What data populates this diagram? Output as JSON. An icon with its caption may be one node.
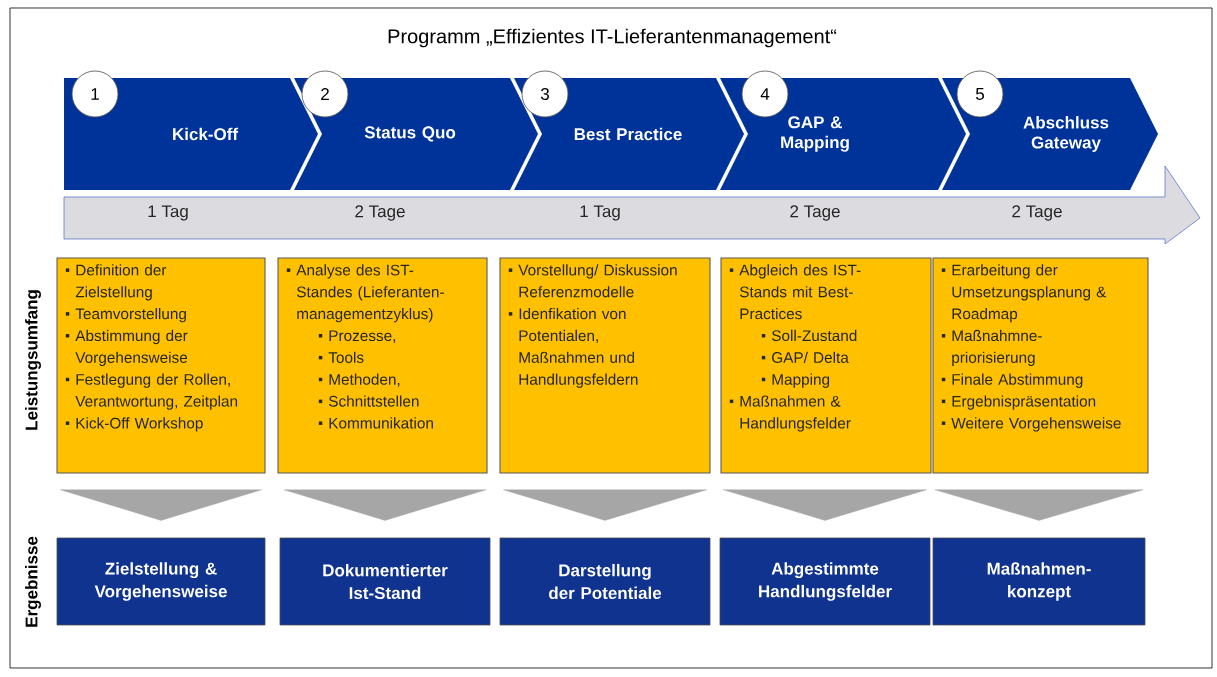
{
  "diagram": {
    "title": "Programm „Effizientes IT-Lieferantenmanagement“",
    "nodes": [
      {
        "text": [
          "Kick-Off"
        ]
      },
      {
        "text": [
          "Status Quo"
        ]
      },
      {
        "text": [
          "Best Practice"
        ]
      },
      {
        "text": [
          "GAP & Mapping"
        ]
      },
      {
        "text": [
          "Abschluss Gateway"
        ]
      },
      {
        "text": [
          "1"
        ]
      },
      {
        "text": [
          "2"
        ]
      },
      {
        "text": [
          "3"
        ]
      },
      {
        "text": [
          "4"
        ]
      },
      {
        "text": [
          "5"
        ]
      },
      {
        "text": [
          "1 Tag",
          "2 Tage",
          "1 Tag",
          "2 Tage",
          "2 Tage"
        ]
      },
      {
        "text": [
          "Definition der Zielstellung",
          "Teamvorstellung",
          "Abstimmung der Vorgehensweise",
          "Festlegung der Rollen, Verantwortung, Zeitplan",
          "Kick-Off Workshop"
        ]
      },
      {
        "text": [
          "Analyse des IST-Standes (Lieferanten-managementzyklus)",
          "Prozesse,",
          "Tools",
          "Methoden,",
          "Schnittstellen",
          "Kommunikation"
        ]
      },
      {
        "text": [
          "Vorstellung/ Diskussion Referenzmodelle",
          "Idenfikation von Potentialen, Maßnahmen und Handlungsfeldern"
        ]
      },
      {
        "text": [
          "Abgleich des IST-Stands mit Best-Practices",
          "Soll-Zustand",
          "GAP/ Delta",
          "Mapping",
          "Maßnahmen & Handlungsfelder"
        ]
      },
      {
        "text": [
          "Erarbeitung der Umsetzungsplanung & Roadmap",
          "Maßnahmne-priorisierung",
          "Finale Abstimmung",
          "Ergebnispräsentation",
          "Weitere Vorgehensweise"
        ]
      },
      {
        "text": [
          "Zielstellung & Vorgehensweise"
        ]
      },
      {
        "text": [
          "Dokumentierter Ist-Stand"
        ]
      },
      {
        "text": [
          "Darstellung der Potentiale"
        ]
      },
      {
        "text": [
          "Abgestimmte Handlungsfelder"
        ]
      },
      {
        "text": [
          "Maßnahmen-konzept"
        ]
      }
    ],
    "edges": [
      {
        "from": 11,
        "to": 16,
        "arrow": "to"
      },
      {
        "from": 12,
        "to": 17,
        "arrow": "to"
      },
      {
        "from": 13,
        "to": 18,
        "arrow": "to"
      },
      {
        "from": 14,
        "to": 19,
        "arrow": "to"
      },
      {
        "from": 15,
        "to": 20,
        "arrow": "to"
      }
    ],
    "labels": [
      "Leistungsumfang",
      "Ergebnisse"
    ]
  }
}
